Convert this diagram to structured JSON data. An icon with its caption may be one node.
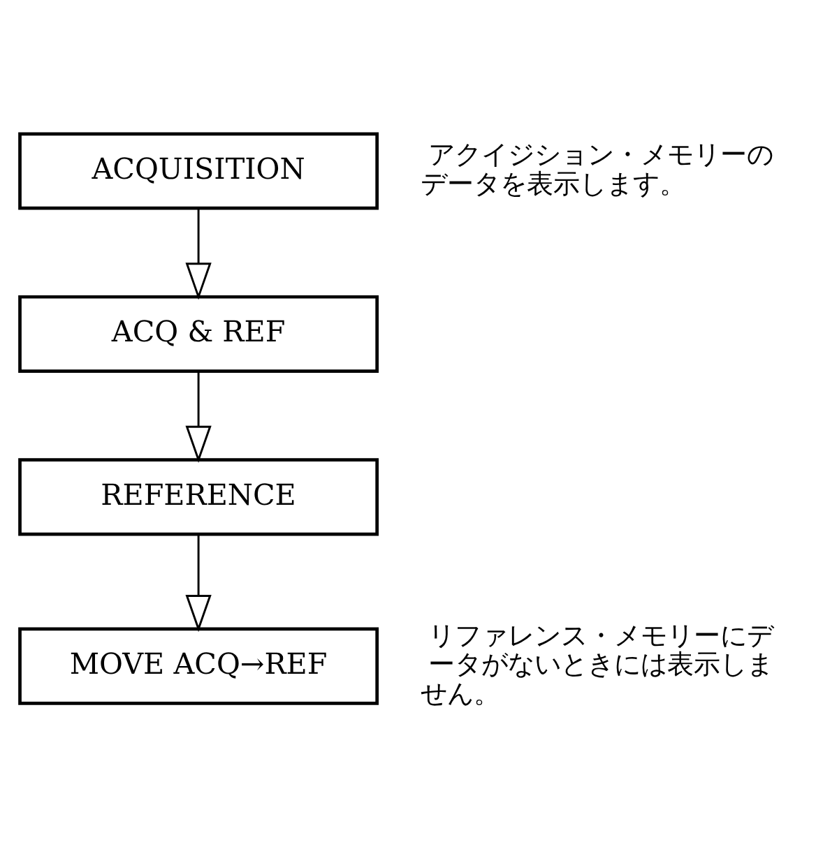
{
  "diagram": {
    "nodes": [
      {
        "text": [
          "ACQUISITION"
        ],
        "beside": [
          "アクイジション・メモリーのデータを表示します。"
        ]
      },
      {
        "text": [
          "ACQ & REF"
        ]
      },
      {
        "text": [
          "REFERENCE"
        ]
      },
      {
        "text": [
          "MOVE ACQ→REF"
        ],
        "beside": [
          "リファレンス・メモリーにデータがないときには表示しません。"
        ]
      }
    ],
    "edges": [
      {
        "from": 0,
        "to": 1,
        "arrow": "to"
      },
      {
        "from": 1,
        "to": 2,
        "arrow": "to"
      },
      {
        "from": 2,
        "to": 3,
        "arrow": "to"
      }
    ]
  }
}
